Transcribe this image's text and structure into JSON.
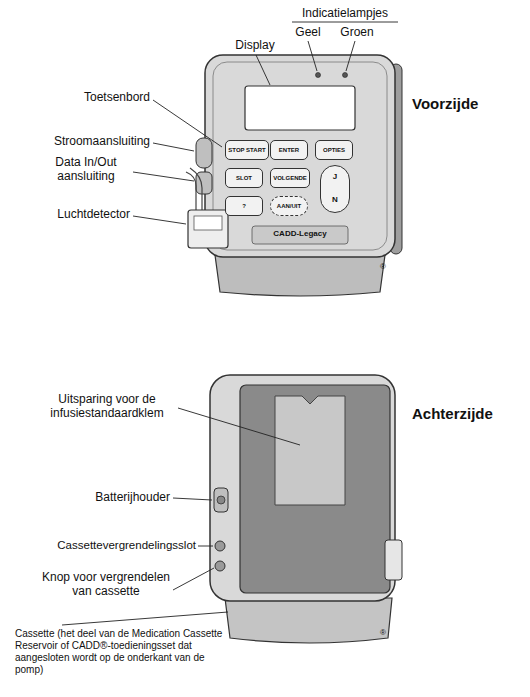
{
  "diagram": {
    "nodes": [
      {
        "text": [
          "STOP START"
        ]
      },
      {
        "text": [
          "ENTER"
        ]
      },
      {
        "text": [
          "OPTIES"
        ]
      },
      {
        "text": [
          "SLOT"
        ]
      },
      {
        "text": [
          "VOLGENDE"
        ]
      },
      {
        "text": [
          "J",
          "N"
        ]
      },
      {
        "text": [
          "?"
        ]
      },
      {
        "text": [
          "AAN/UIT"
        ]
      }
    ],
    "labels": [
      "Indicatielampjes",
      "Geel",
      "Groen",
      "Display",
      "Toetsenbord",
      "Stroomaansluiting",
      "Data In/Out aansluiting",
      "Luchtdetector",
      "Voorzijde",
      "CADD-Legacy",
      "®",
      "Uitsparing voor de infusiestandaardklem",
      "Achterzijde",
      "Batterijhouder",
      "Cassettevergrendelingsslot",
      "Knop voor vergrendelen van cassette",
      "Cassette (het deel van de Medication Cassette Reservoir of CADD®-toedieningsset dat aangesloten wordt op de onderkant van de pomp)",
      "®"
    ]
  }
}
